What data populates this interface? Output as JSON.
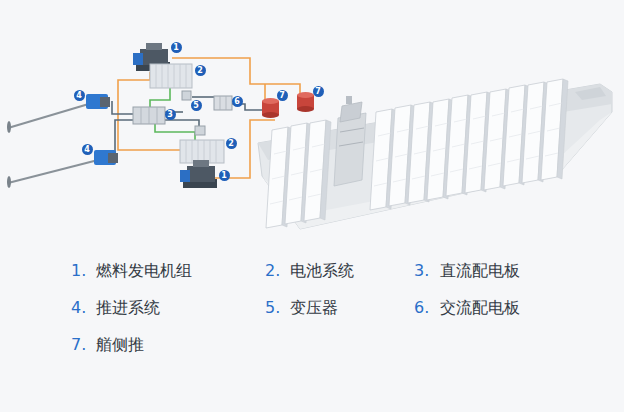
{
  "diagram": {
    "labels": [
      "1",
      "2",
      "4",
      "3",
      "5",
      "6",
      "7",
      "7",
      "2",
      "4",
      "1",
      "1.",
      "燃料发电机组",
      "2.",
      "电池系统",
      "3.",
      "直流配电板",
      "4.",
      "推进系统",
      "5.",
      "变压器",
      "6.",
      "交流配电板",
      "7.",
      "艏侧推"
    ]
  }
}
